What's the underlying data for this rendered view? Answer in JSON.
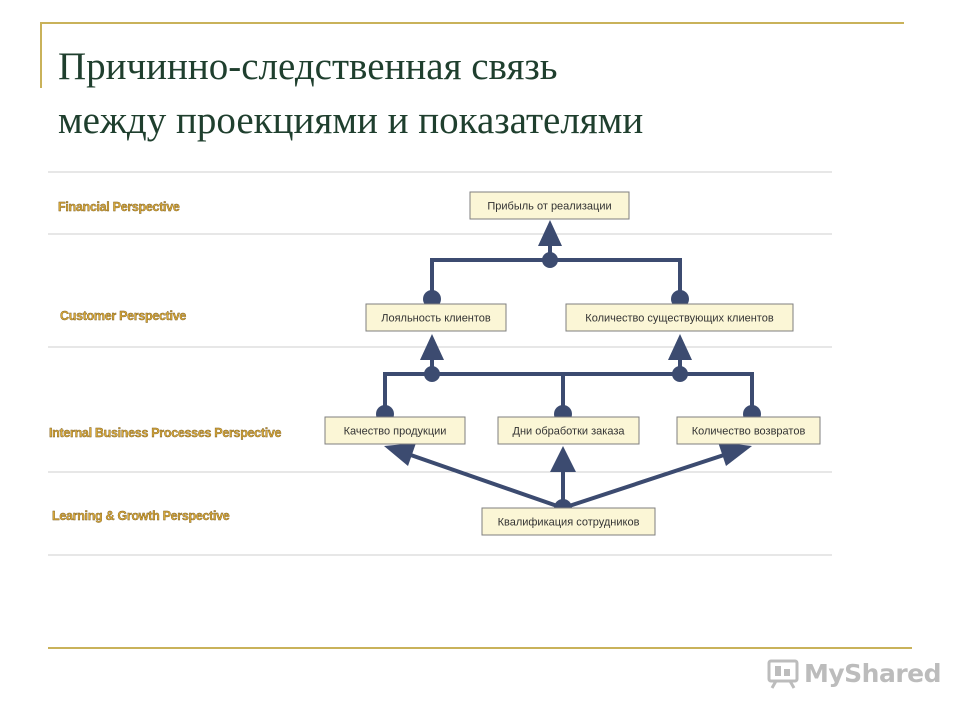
{
  "title": {
    "line1": "Причинно-следственная связь",
    "line2": "между проекциями и показателями"
  },
  "perspectives": {
    "financial": "Financial Perspective",
    "customer": "Customer Perspective",
    "internal": "Internal Business Processes Perspective",
    "learning": "Learning & Growth Perspective"
  },
  "boxes": {
    "profit": "Прибыль от реализации",
    "loyalty": "Лояльность клиентов",
    "existing_customers": "Количество существующих клиентов",
    "quality": "Качество продукции",
    "order_days": "Дни обработки заказа",
    "returns": "Количество возвратов",
    "staff_qualification": "Квалификация сотрудников"
  },
  "watermark": {
    "text": "MyShared",
    "icon": "presentation-board-icon"
  },
  "colors": {
    "accent_gold": "#c9b25a",
    "connector": "#3c4b70",
    "box_fill": "#fbf6d6",
    "label_gold": "#d8a93a"
  }
}
